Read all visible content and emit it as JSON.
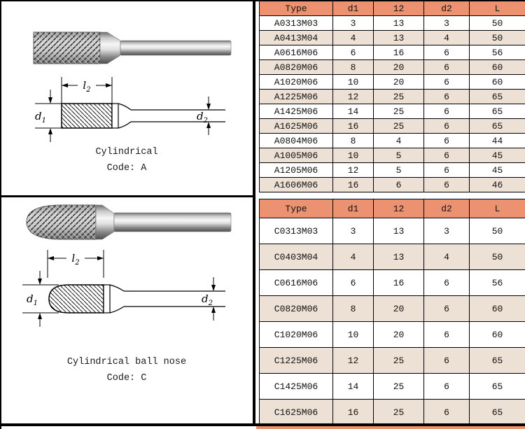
{
  "colors": {
    "header_bg": "#EC9270",
    "row_alt_bg": "#EDE1D6",
    "row_bg": "#FFFFFF",
    "border": "#000000",
    "text": "#111111"
  },
  "sections": [
    {
      "caption": "Cylindrical",
      "code_line": "Code: A",
      "dims": {
        "length": "l",
        "length_sub": "2",
        "head_dia": "d",
        "head_dia_sub": "1",
        "shank_dia": "d",
        "shank_dia_sub": "2"
      },
      "table": {
        "headers": [
          "Type",
          "d1",
          "12",
          "d2",
          "L"
        ],
        "rows": [
          [
            "A0313M03",
            "3",
            "13",
            "3",
            "50"
          ],
          [
            "A0413M04",
            "4",
            "13",
            "4",
            "50"
          ],
          [
            "A0616M06",
            "6",
            "16",
            "6",
            "56"
          ],
          [
            "A0820M06",
            "8",
            "20",
            "6",
            "60"
          ],
          [
            "A1020M06",
            "10",
            "20",
            "6",
            "60"
          ],
          [
            "A1225M06",
            "12",
            "25",
            "6",
            "65"
          ],
          [
            "A1425M06",
            "14",
            "25",
            "6",
            "65"
          ],
          [
            "A1625M06",
            "16",
            "25",
            "6",
            "65"
          ],
          [
            "A0804M06",
            "8",
            "4",
            "6",
            "44"
          ],
          [
            "A1005M06",
            "10",
            "5",
            "6",
            "45"
          ],
          [
            "A1205M06",
            "12",
            "5",
            "6",
            "45"
          ],
          [
            "A1606M06",
            "16",
            "6",
            "6",
            "46"
          ]
        ]
      }
    },
    {
      "caption": "Cylindrical ball nose",
      "code_line": "Code: C",
      "dims": {
        "length": "l",
        "length_sub": "2",
        "head_dia": "d",
        "head_dia_sub": "1",
        "shank_dia": "d",
        "shank_dia_sub": "2"
      },
      "table": {
        "headers": [
          "Type",
          "d1",
          "12",
          "d2",
          "L"
        ],
        "rows": [
          [
            "C0313M03",
            "3",
            "13",
            "3",
            "50"
          ],
          [
            "C0403M04",
            "4",
            "13",
            "4",
            "50"
          ],
          [
            "C0616M06",
            "6",
            "16",
            "6",
            "56"
          ],
          [
            "C0820M06",
            "8",
            "20",
            "6",
            "60"
          ],
          [
            "C1020M06",
            "10",
            "20",
            "6",
            "60"
          ],
          [
            "C1225M06",
            "12",
            "25",
            "6",
            "65"
          ],
          [
            "C1425M06",
            "14",
            "25",
            "6",
            "65"
          ],
          [
            "C1625M06",
            "16",
            "25",
            "6",
            "65"
          ]
        ]
      }
    }
  ]
}
